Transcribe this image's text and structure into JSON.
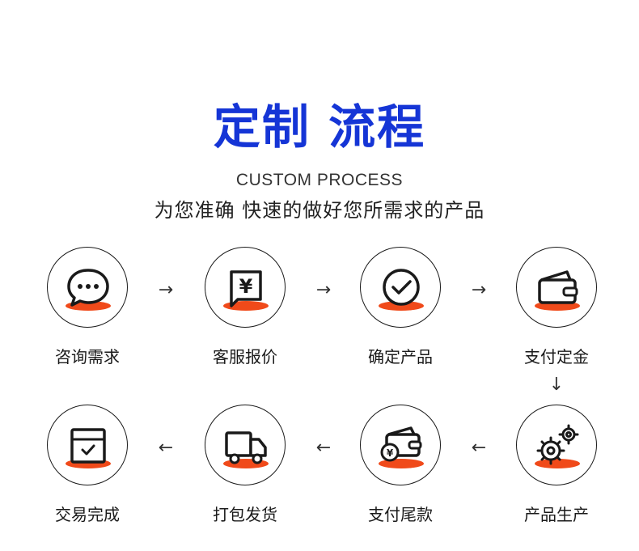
{
  "header": {
    "title": "定制 流程",
    "subtitle_en": "CUSTOM PROCESS",
    "subtitle_cn": "为您准确 快速的做好您所需求的产品"
  },
  "steps": [
    {
      "label": "咨询需求",
      "icon": "chat-bubble-icon"
    },
    {
      "label": "客服报价",
      "icon": "quote-yen-icon"
    },
    {
      "label": "确定产品",
      "icon": "check-circle-icon"
    },
    {
      "label": "支付定金",
      "icon": "wallet-icon"
    },
    {
      "label": "产品生产",
      "icon": "gears-icon"
    },
    {
      "label": "支付尾款",
      "icon": "wallet-yen-icon"
    },
    {
      "label": "打包发货",
      "icon": "truck-icon"
    },
    {
      "label": "交易完成",
      "icon": "box-check-icon"
    }
  ],
  "arrows": {
    "right": "→",
    "left": "←",
    "down": "↓"
  },
  "colors": {
    "accent_blue": "#1535d6",
    "accent_orange": "#f04a1a",
    "stroke": "#1a1a1a"
  }
}
